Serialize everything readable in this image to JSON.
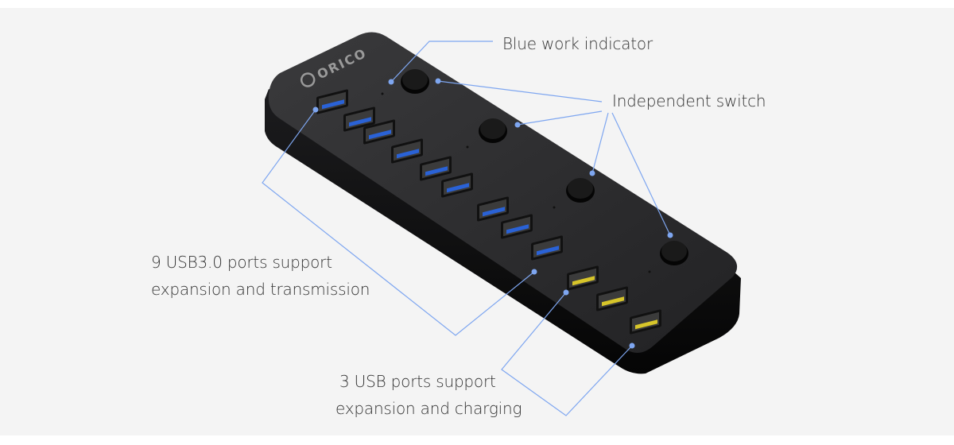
{
  "product": {
    "brand_logo": "ORICO",
    "usb3_port_count": 9,
    "charging_port_count": 3,
    "switch_count": 4
  },
  "colors": {
    "background": "#f4f4f4",
    "hub_top": "#2b2b2d",
    "hub_side": "#111112",
    "usb3_tongue": "#2a62d6",
    "charge_tongue": "#d7c52a",
    "callout_line": "#7ea6f0",
    "text": "#333333"
  },
  "callouts": {
    "blue_indicator": "Blue work indicator",
    "independent_switch": "Independent switch",
    "usb3_line1": "9 USB3.0 ports support",
    "usb3_line2": "expansion and transmission",
    "charge_line1": "3 USB ports support",
    "charge_line2": "expansion and charging"
  }
}
